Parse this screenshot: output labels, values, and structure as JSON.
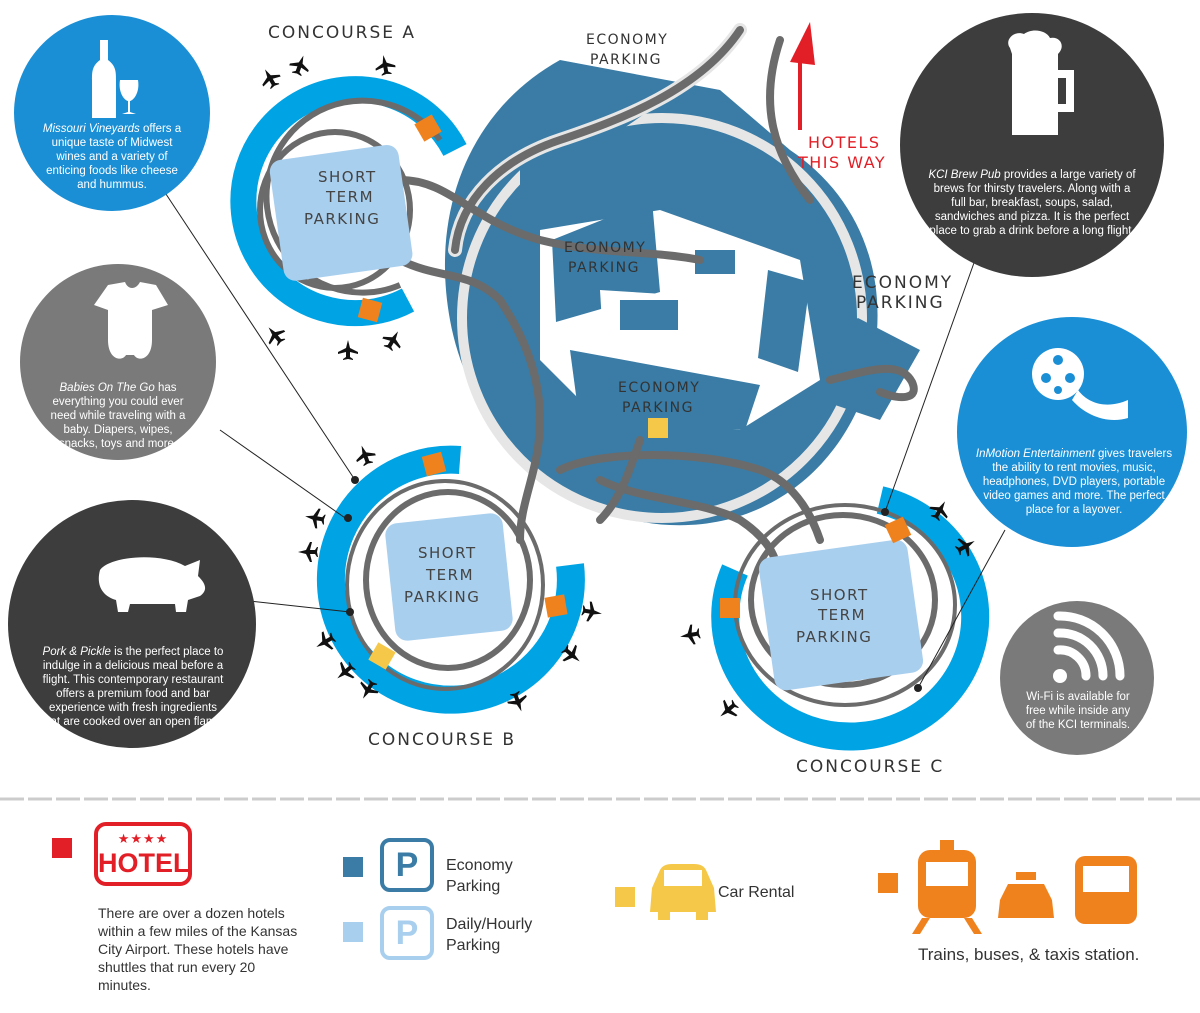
{
  "map": {
    "concourse_a": "CONCOURSE A",
    "concourse_b": "CONCOURSE B",
    "concourse_c": "CONCOURSE C",
    "economy_parking_top_1": "ECONOMY",
    "economy_parking_top_2": "PARKING",
    "economy_parking_mid_1": "ECONOMY",
    "economy_parking_mid_2": "PARKING",
    "economy_parking_center_1": "ECONOMY",
    "economy_parking_center_2": "PARKING",
    "economy_parking_right_1": "ECONOMY",
    "economy_parking_right_2": "PARKING",
    "short_term": [
      "SHORT",
      "TERM",
      "PARKING"
    ],
    "hotels_this_way_1": "HOTELS",
    "hotels_this_way_2": "THIS WAY"
  },
  "bubbles": {
    "vineyards": {
      "name": "Missouri Vineyards",
      "text": " offers a unique taste of Midwest wines and a variety of enticing foods like cheese and hummus.",
      "icon": "wine-icon"
    },
    "babies": {
      "name": "Babies On The Go",
      "text": " has everything you could ever need while traveling with a baby. Diapers, wipes, snacks, toys and more.",
      "icon": "onesie-icon"
    },
    "pork": {
      "name": "Pork & Pickle",
      "text": " is the perfect place to indulge in a delicious meal before a flight. This contemporary restaurant offers a premium food and bar experience with fresh ingredients that are cooked over an open flame.",
      "icon": "pig-icon"
    },
    "brewpub": {
      "name": "KCI Brew Pub",
      "text": " provides a large variety of brews for thirsty travelers. Along with a full bar, breakfast, soups, salad, sandwiches and pizza. It is the perfect place to grab a drink before a long flight.",
      "icon": "beer-mug-icon"
    },
    "inmotion": {
      "name": "InMotion Entertainment",
      "text": " gives travelers the ability to rent movies, music, headphones, DVD players, portable video games and more. The perfect place for a layover.",
      "icon": "film-reel-icon"
    },
    "wifi": {
      "text": "Wi-Fi is available for free while inside any of the KCI terminals.",
      "icon": "wifi-icon"
    }
  },
  "legend": {
    "hotel_stars": "★★★★",
    "hotel_word": "HOTEL",
    "hotel_text": "There are over a dozen hotels within a few miles of the Kansas City Airport. These hotels have shuttles that run every 20 minutes.",
    "p_letter": "P",
    "economy_1": "Economy",
    "economy_2": "Parking",
    "daily_1": "Daily/Hourly",
    "daily_2": "Parking",
    "car_rental": "Car Rental",
    "transit": "Trains, buses, & taxis station."
  },
  "colors": {
    "terminal_blue": "#00a3e4",
    "economy_blue": "#3a7ca5",
    "short_term_blue": "#a9cfee",
    "road_gray": "#6b6b6b",
    "transit_orange": "#f0821e",
    "rental_yellow": "#f5c84a",
    "hotel_red": "#e21e26",
    "bubble_dark": "#3d3d3d",
    "bubble_gray": "#7a7a7a"
  }
}
